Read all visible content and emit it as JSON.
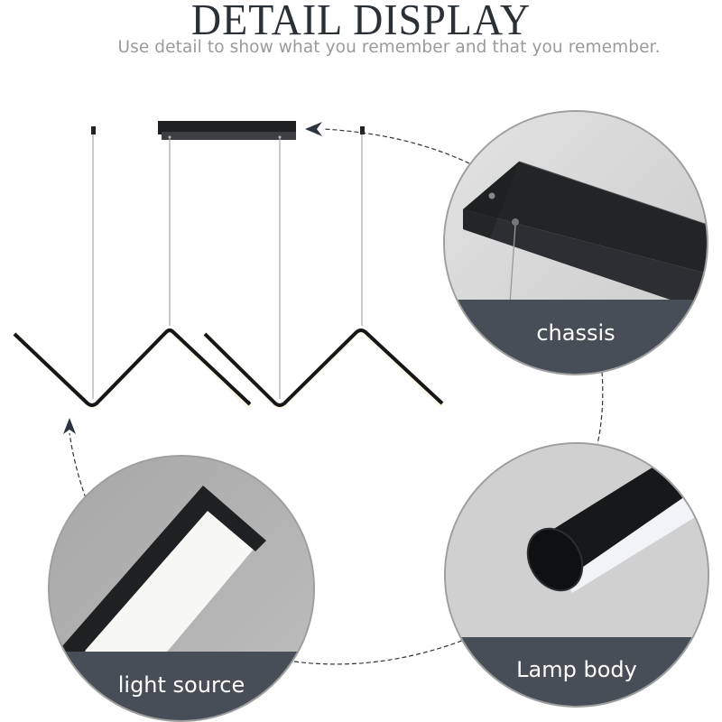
{
  "header": {
    "title": "DETAIL DISPLAY",
    "subtitle": "Use detail to show what you remember and that you remember."
  },
  "product": {
    "name": "zigzag-pendant-light",
    "parts": [
      {
        "id": "chassis",
        "label": "chassis"
      },
      {
        "id": "light_source",
        "label": "light source"
      },
      {
        "id": "lamp_body",
        "label": "Lamp body"
      }
    ]
  },
  "callouts": {
    "chassis": {
      "label": "chassis"
    },
    "light_source": {
      "label": "light source"
    },
    "lamp_body": {
      "label": "Lamp body"
    }
  },
  "colors": {
    "band": "#474e57",
    "circle_bg": "#d4d5d5",
    "fixture": "#1c1d1f",
    "title": "#2b3036",
    "subtitle": "#9a9a9a"
  }
}
